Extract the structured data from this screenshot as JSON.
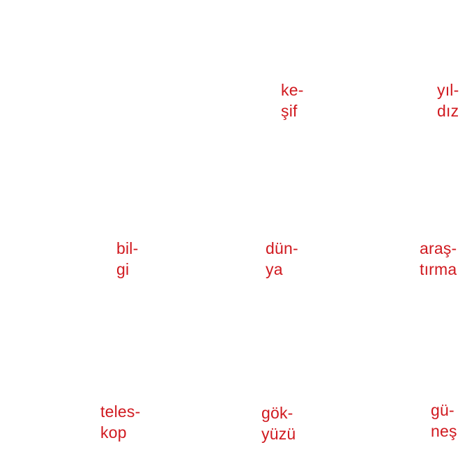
{
  "colors": {
    "text": "#d0191f",
    "background": "#ffffff"
  },
  "words": {
    "kesif": {
      "line1": "ke-",
      "line2": "şif"
    },
    "yildiz": {
      "line1": "yıl-",
      "line2": "dız"
    },
    "bilgi": {
      "line1": "bil-",
      "line2": "gi"
    },
    "dunya": {
      "line1": "dün-",
      "line2": "ya"
    },
    "arastirma": {
      "line1": "araş-",
      "line2": "tırma"
    },
    "teleskop": {
      "line1": "teles-",
      "line2": "kop"
    },
    "gokyuzu": {
      "line1": "gök-",
      "line2": "yüzü"
    },
    "gunes": {
      "line1": "gü-",
      "line2": "neş"
    }
  }
}
